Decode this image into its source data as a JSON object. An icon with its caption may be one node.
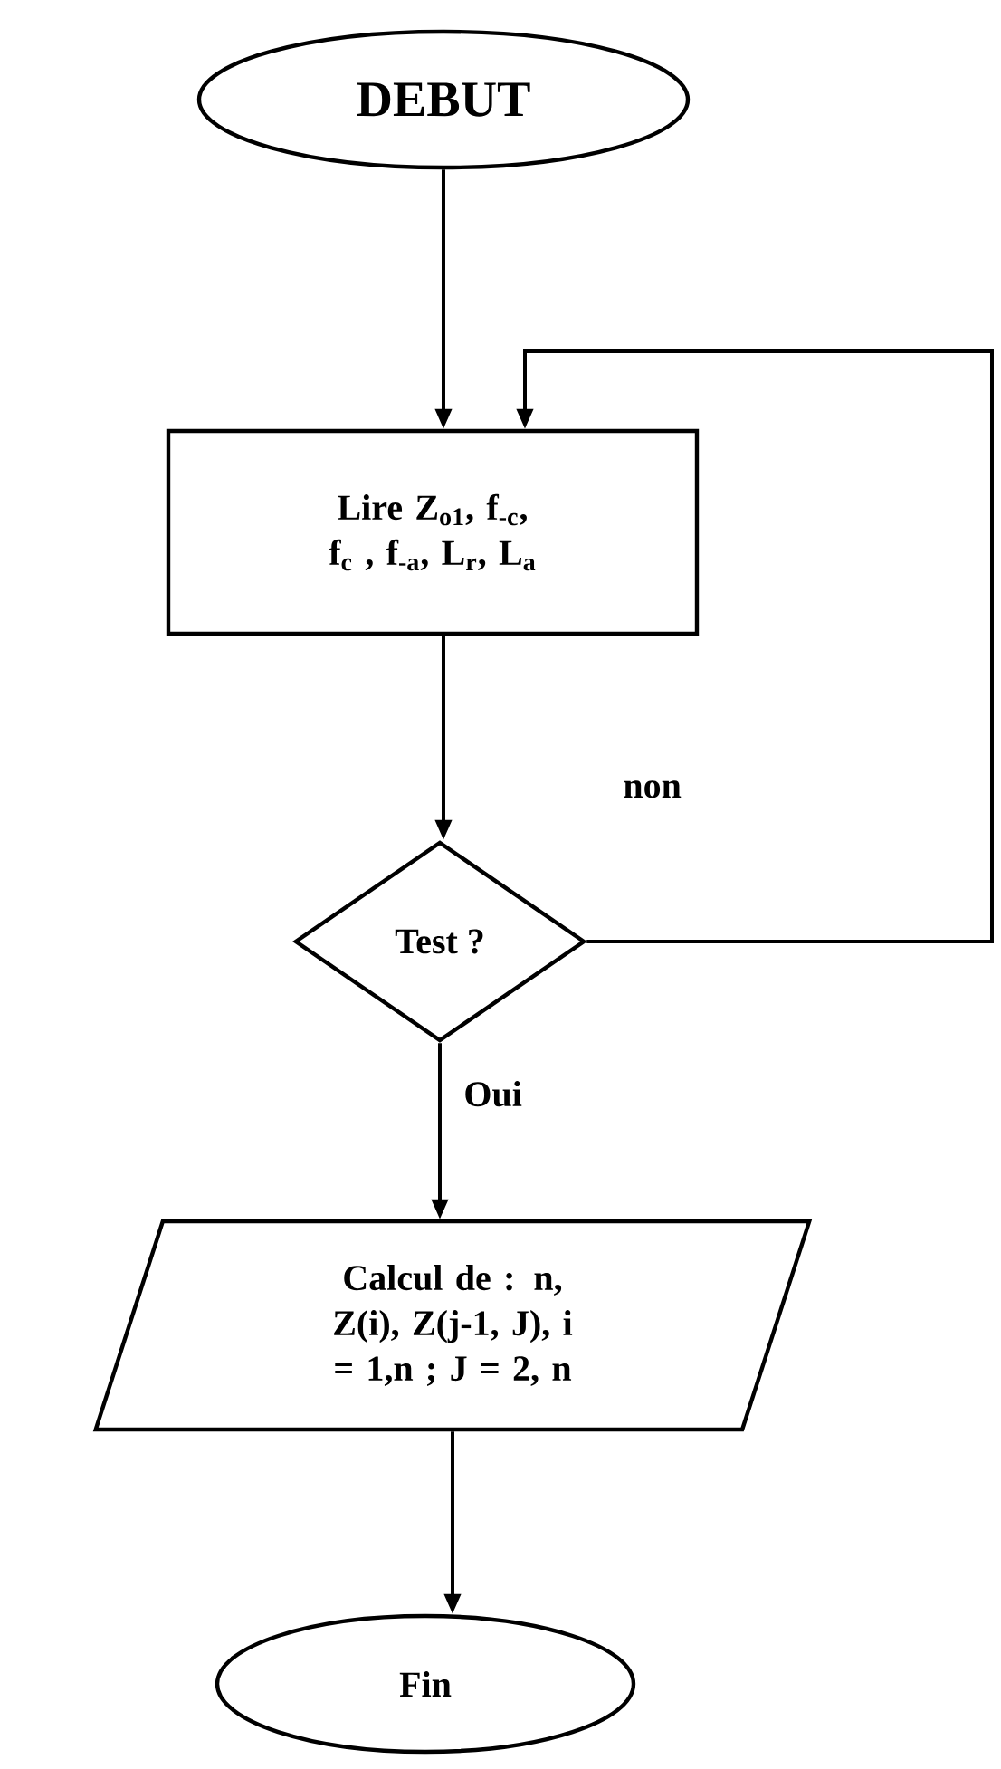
{
  "diagram": {
    "nodes": [
      {
        "text": [
          "DEBUT"
        ]
      },
      {
        "text": [
          "Lire  Z$_{o1}$, f$_{-c}$, f$_{c}$ , f$_{-a}$, L$_{r}$, L$_{a}$"
        ]
      },
      {
        "text": [
          "Test ?"
        ]
      },
      {
        "text": [
          "Calcul de : n, Z(i), Z(j-1, J), i = 1,n ; J = 2, n"
        ]
      },
      {
        "text": [
          "Fin"
        ]
      }
    ],
    "edges": [
      {
        "from": 0,
        "to": 1,
        "arrow": "to"
      },
      {
        "from": 1,
        "to": 2,
        "arrow": "to"
      },
      {
        "from": 2,
        "to": 1,
        "arrow": "to",
        "label": "non"
      },
      {
        "from": 2,
        "to": 3,
        "arrow": "to",
        "label": "Oui"
      },
      {
        "from": 3,
        "to": 4,
        "arrow": "to"
      }
    ]
  }
}
